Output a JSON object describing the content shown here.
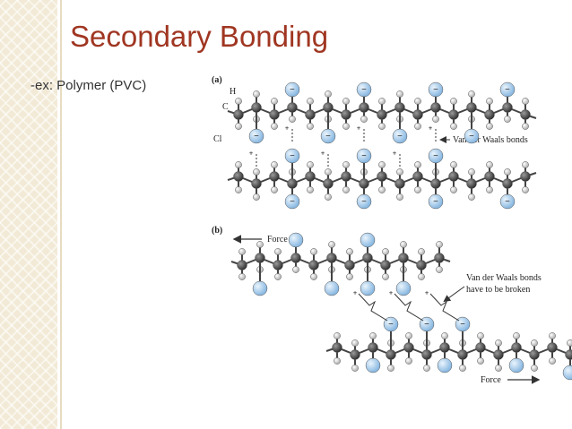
{
  "slide": {
    "title": "Secondary Bonding",
    "bullet": "-ex: Polymer (PVC)"
  },
  "figure": {
    "panel_a": {
      "label": "(a)",
      "atom_labels": {
        "hydrogen": "H",
        "carbon": "C",
        "chlorine": "Cl"
      },
      "callout": "Van der Waals bonds",
      "dipole_charges": {
        "negative": "−",
        "positive": "+"
      }
    },
    "panel_b": {
      "label": "(b)",
      "force_top": "Force",
      "force_bottom": "Force",
      "callout_line1": "Van der Waals bonds",
      "callout_line2": "have to be broken"
    }
  },
  "colors": {
    "title": "#a03622",
    "text": "#333333",
    "side_strip": "#f2ead6",
    "carbon": "#3a3a3a",
    "hydrogen": "#d8d8d8",
    "chlorine": "#9cc7ea",
    "bond": "#444444"
  }
}
